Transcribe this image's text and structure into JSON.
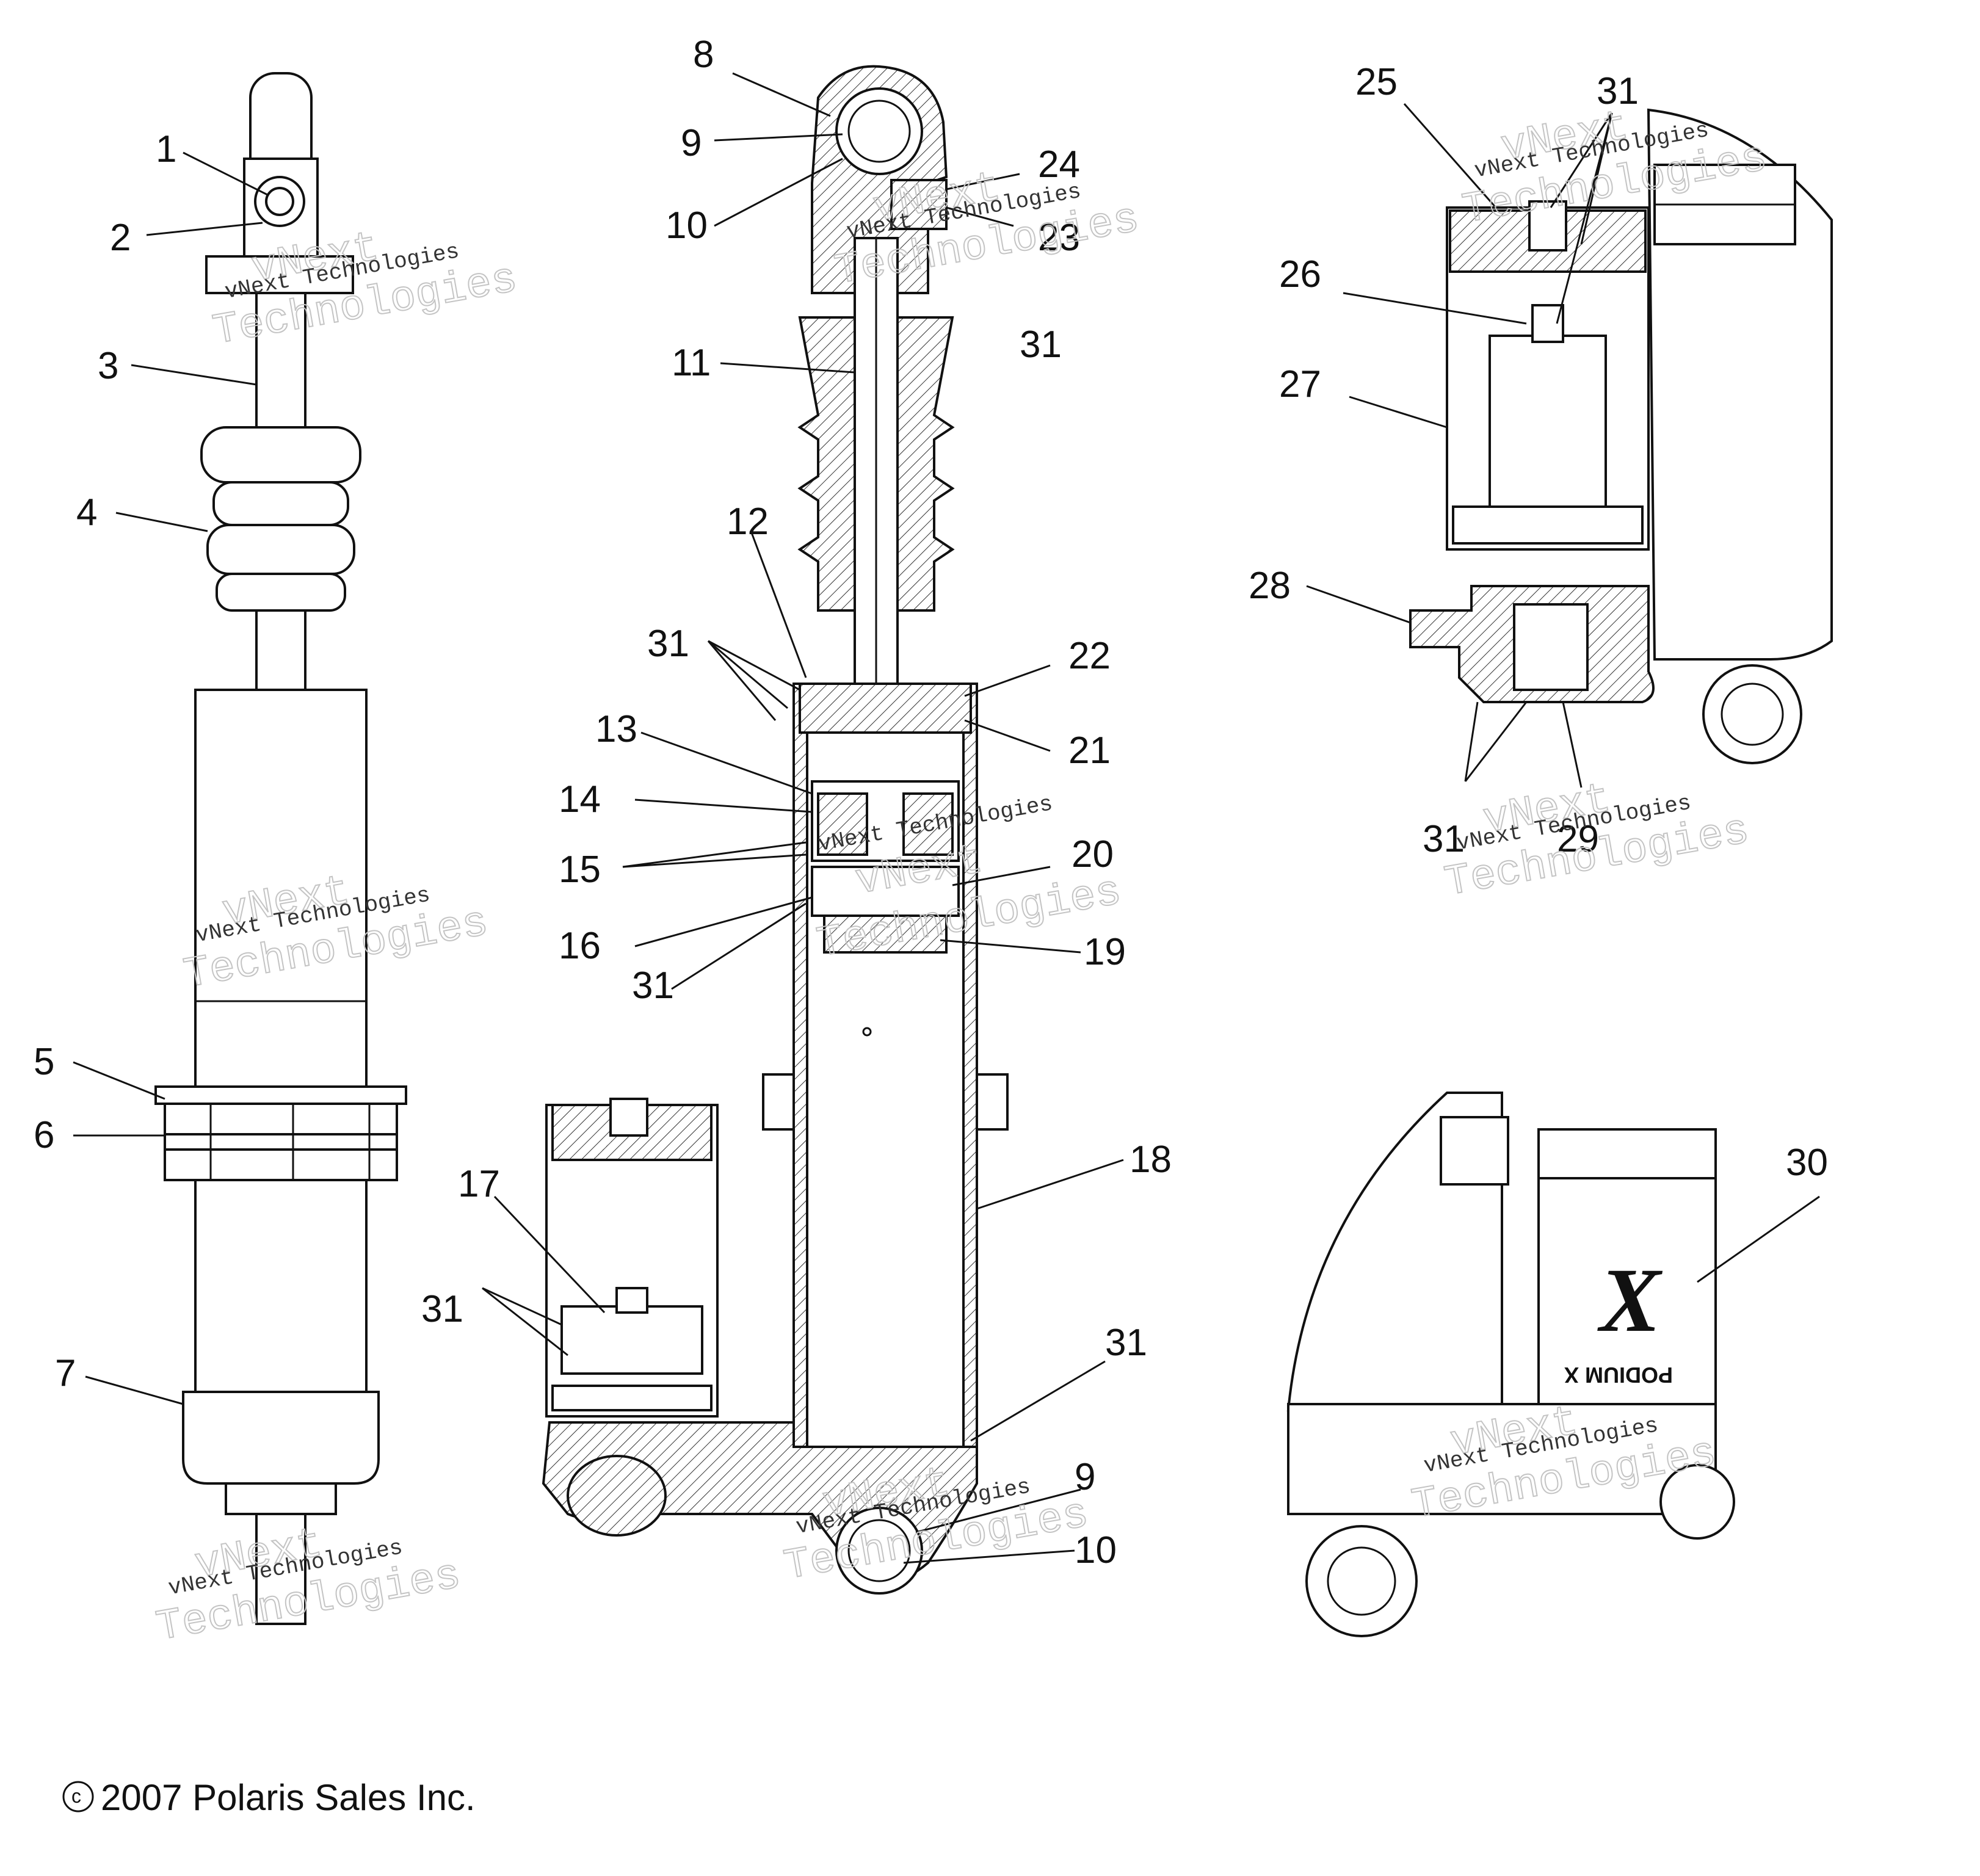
{
  "callouts": [
    {
      "id": "c1",
      "text": "1"
    },
    {
      "id": "c2",
      "text": "2"
    },
    {
      "id": "c3",
      "text": "3"
    },
    {
      "id": "c4",
      "text": "4"
    },
    {
      "id": "c5",
      "text": "5"
    },
    {
      "id": "c6",
      "text": "6"
    },
    {
      "id": "c7",
      "text": "7"
    },
    {
      "id": "c8",
      "text": "8"
    },
    {
      "id": "c9a",
      "text": "9"
    },
    {
      "id": "c10a",
      "text": "10"
    },
    {
      "id": "c11",
      "text": "11"
    },
    {
      "id": "c12",
      "text": "12"
    },
    {
      "id": "c13",
      "text": "13"
    },
    {
      "id": "c14",
      "text": "14"
    },
    {
      "id": "c15",
      "text": "15"
    },
    {
      "id": "c16",
      "text": "16"
    },
    {
      "id": "c17",
      "text": "17"
    },
    {
      "id": "c18",
      "text": "18"
    },
    {
      "id": "c19",
      "text": "19"
    },
    {
      "id": "c20",
      "text": "20"
    },
    {
      "id": "c21",
      "text": "21"
    },
    {
      "id": "c22",
      "text": "22"
    },
    {
      "id": "c23",
      "text": "23"
    },
    {
      "id": "c24",
      "text": "24"
    },
    {
      "id": "c25",
      "text": "25"
    },
    {
      "id": "c26",
      "text": "26"
    },
    {
      "id": "c27",
      "text": "27"
    },
    {
      "id": "c28",
      "text": "28"
    },
    {
      "id": "c29",
      "text": "29"
    },
    {
      "id": "c30",
      "text": "30"
    },
    {
      "id": "c31a",
      "text": "31"
    },
    {
      "id": "c31b",
      "text": "31"
    },
    {
      "id": "c31c",
      "text": "31"
    },
    {
      "id": "c31d",
      "text": "31"
    },
    {
      "id": "c31e",
      "text": "31"
    },
    {
      "id": "c31f",
      "text": "31"
    },
    {
      "id": "c31g",
      "text": "31"
    },
    {
      "id": "c9b",
      "text": "9"
    },
    {
      "id": "c10b",
      "text": "10"
    }
  ],
  "watermark": {
    "line1": "vNext",
    "line2": "Technologies",
    "small": "vNext Technologies"
  },
  "copyright": "2007 Polaris Sales Inc.",
  "copyright_symbol": "c",
  "decal": {
    "brand": "X",
    "model": "PODIUM X"
  }
}
